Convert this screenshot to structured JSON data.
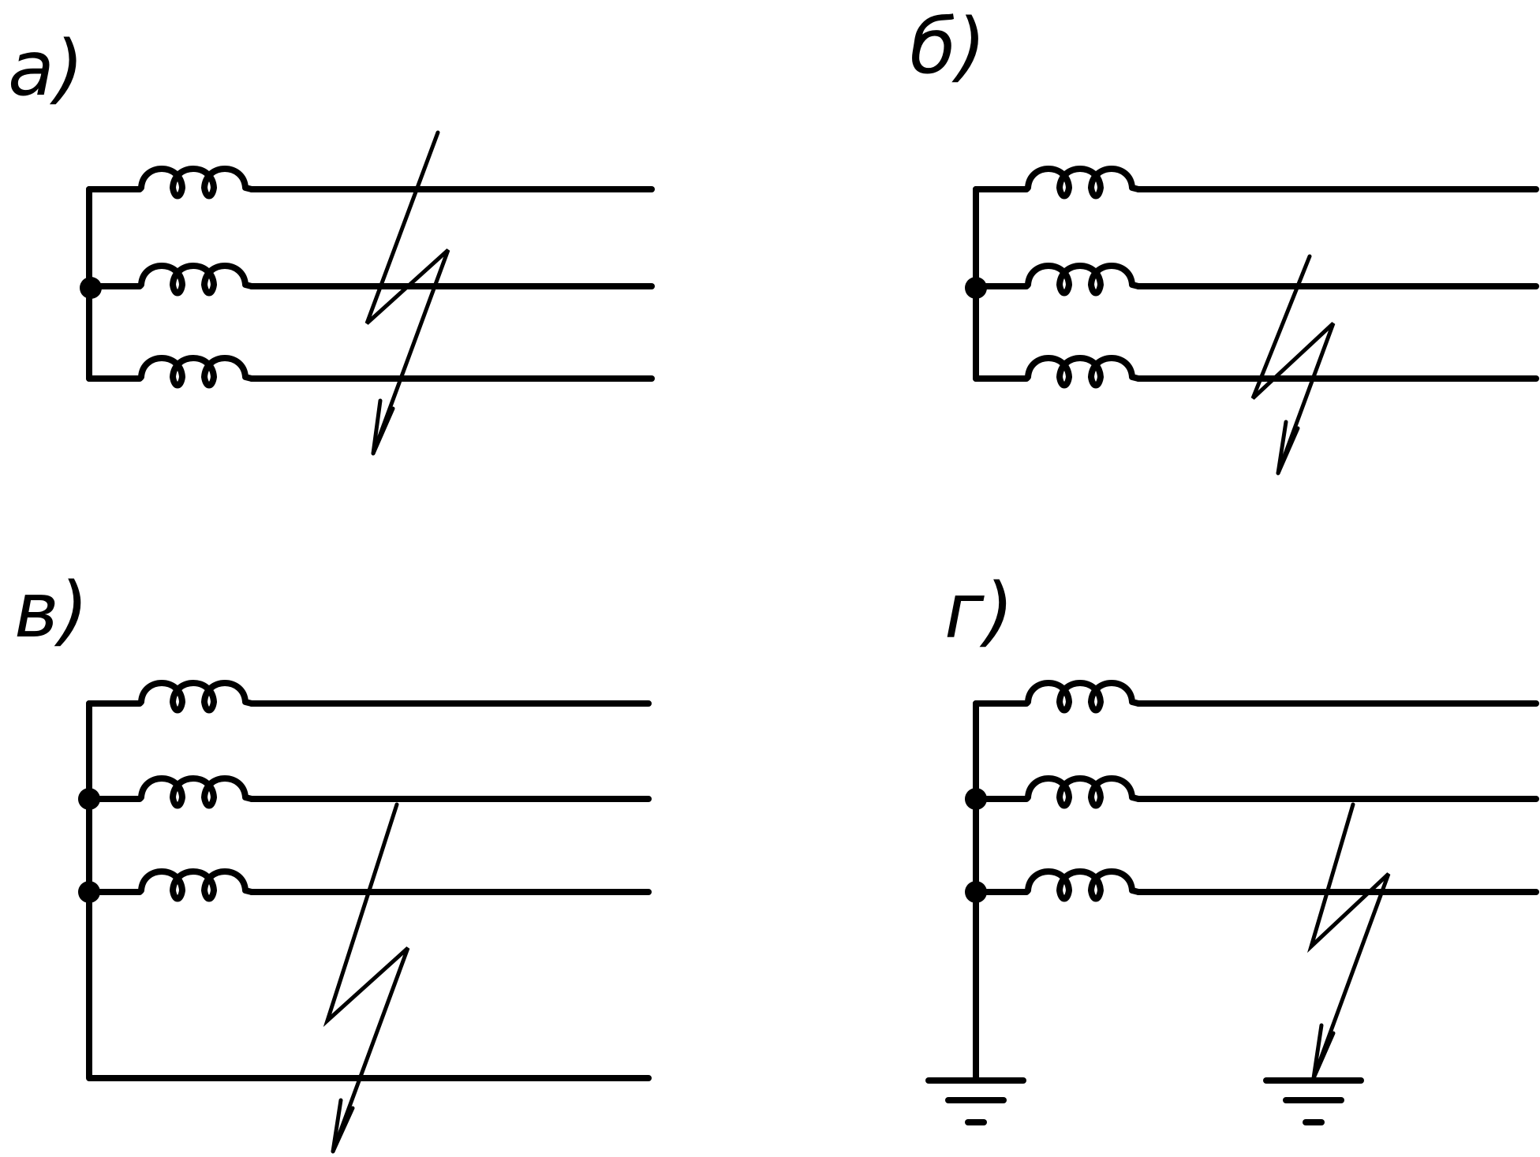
{
  "panels": [
    {
      "id": "a",
      "label": "а)"
    },
    {
      "id": "b",
      "label": "б)"
    },
    {
      "id": "v",
      "label": "в)"
    },
    {
      "id": "g",
      "label": "г)"
    }
  ]
}
